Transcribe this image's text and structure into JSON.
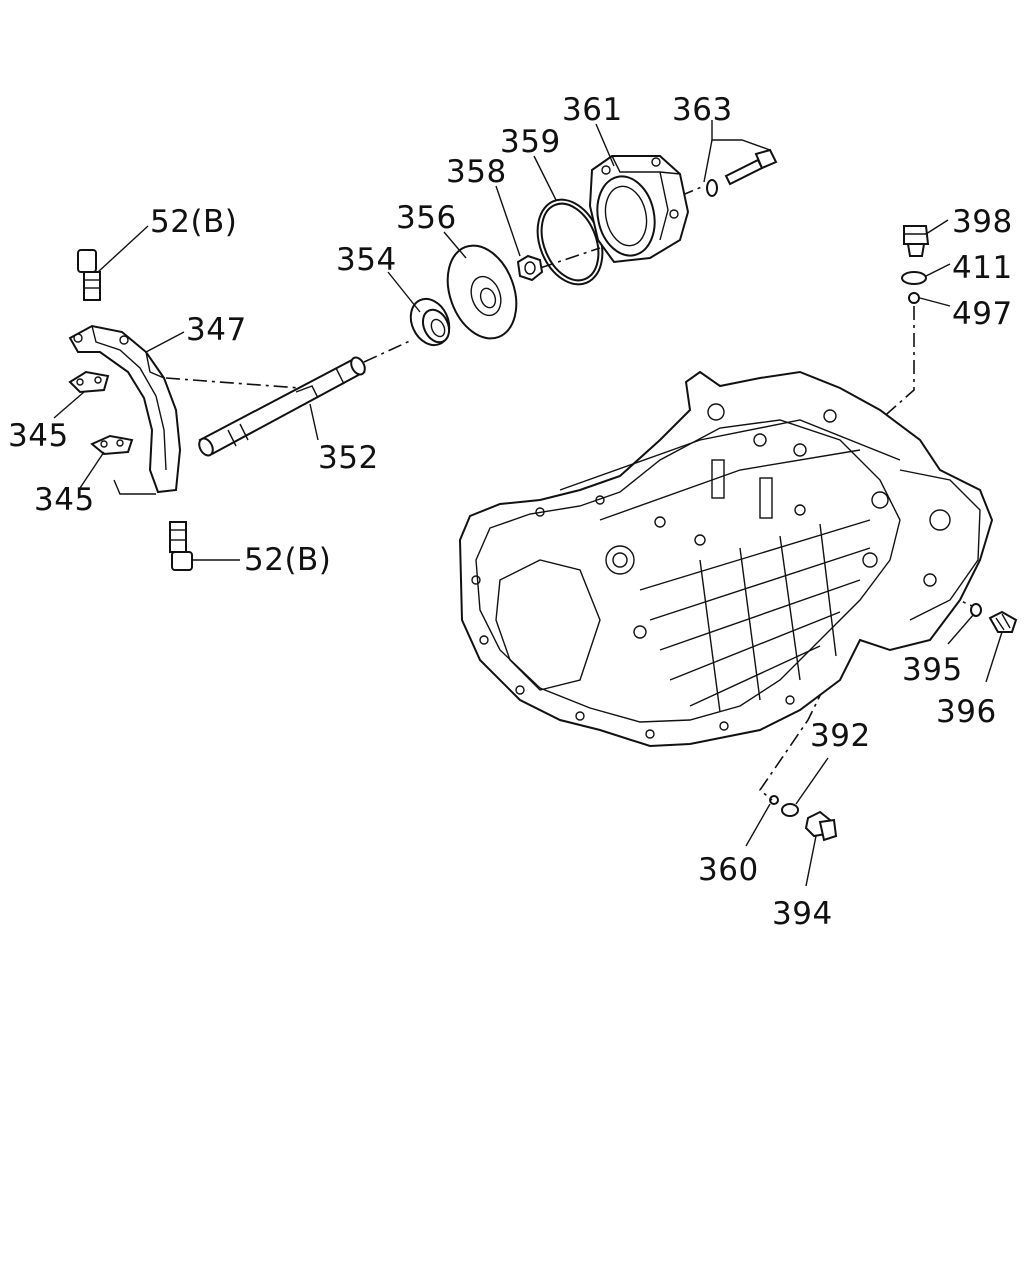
{
  "diagram": {
    "callouts": {
      "c52b_top": "52(B)",
      "c347": "347",
      "c345_a": "345",
      "c345_b": "345",
      "c352": "352",
      "c52b_bottom": "52(B)",
      "c354": "354",
      "c356": "356",
      "c358": "358",
      "c359": "359",
      "c361": "361",
      "c363": "363",
      "c398": "398",
      "c411": "411",
      "c497": "497",
      "c395": "395",
      "c396": "396",
      "c392": "392",
      "c360": "360",
      "c394": "394"
    }
  }
}
